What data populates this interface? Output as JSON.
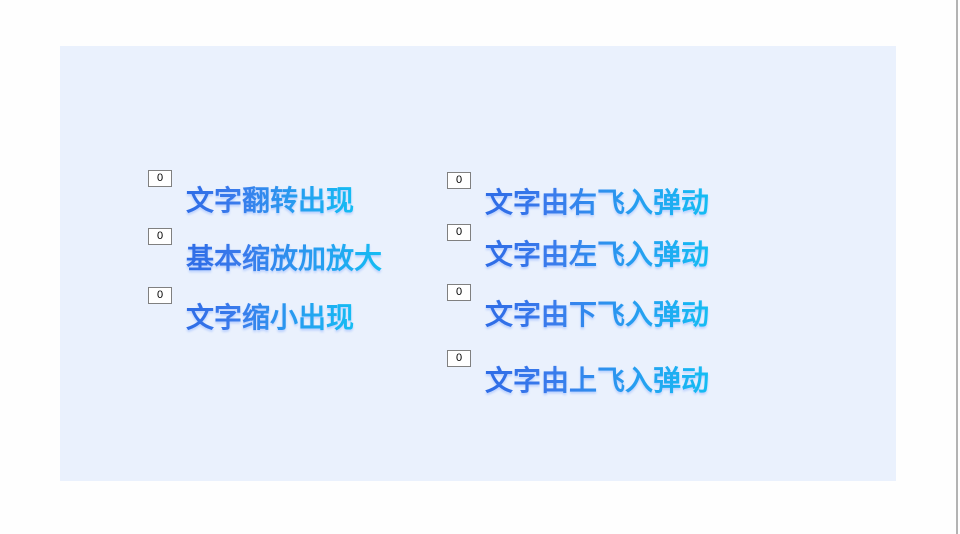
{
  "window": {
    "background_color": "#fefefe",
    "edge_line_color": "#b3b3b3"
  },
  "slide": {
    "background_color": "#eaf1fd",
    "text_gradient_start": "#2e6ce6",
    "text_gradient_end": "#14bdf3",
    "badge_border_color": "#808080",
    "badge_text_color": "#000000"
  },
  "animation_items": {
    "left": [
      {
        "badge": "0",
        "label": "文字翻转出现"
      },
      {
        "badge": "0",
        "label": "基本缩放加放大"
      },
      {
        "badge": "0",
        "label": "文字缩小出现"
      }
    ],
    "right": [
      {
        "badge": "0",
        "label": "文字由右飞入弹动"
      },
      {
        "badge": "0",
        "label": "文字由左飞入弹动"
      },
      {
        "badge": "0",
        "label": "文字由下飞入弹动"
      },
      {
        "badge": "0",
        "label": "文字由上飞入弹动"
      }
    ]
  }
}
